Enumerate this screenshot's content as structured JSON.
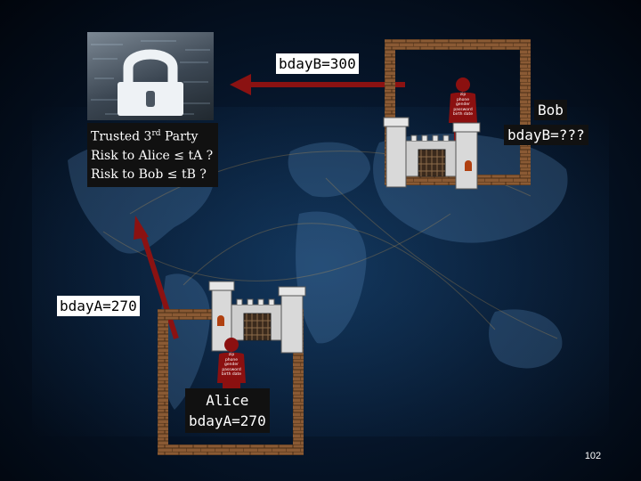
{
  "trusted_party": {
    "line1_prefix": "Trusted 3",
    "line1_sup": "rd",
    "line1_suffix": " Party",
    "line2": "Risk to Alice ≤ tA ?",
    "line3": "Risk to Bob ≤ tB ?"
  },
  "bob": {
    "name": "Bob",
    "bday": "bdayB=???",
    "sent_label": "bdayB=300",
    "person_fields": [
      "zip",
      "phone",
      "gender",
      "password",
      "birth date"
    ]
  },
  "alice": {
    "name": "Alice",
    "bday": "bdayA=270",
    "sent_label": "bdayA=270",
    "person_fields": [
      "zip",
      "phone",
      "gender",
      "password",
      "birth date"
    ]
  },
  "page_number": "102",
  "colors": {
    "arrow": "#8b1212",
    "brick": "#8a5a34",
    "person": "#8b1010",
    "stone": "#d9d9d9"
  },
  "icons": {
    "lock": "padlock-icon",
    "castle": "castle-wall-icon",
    "person": "person-icon"
  }
}
